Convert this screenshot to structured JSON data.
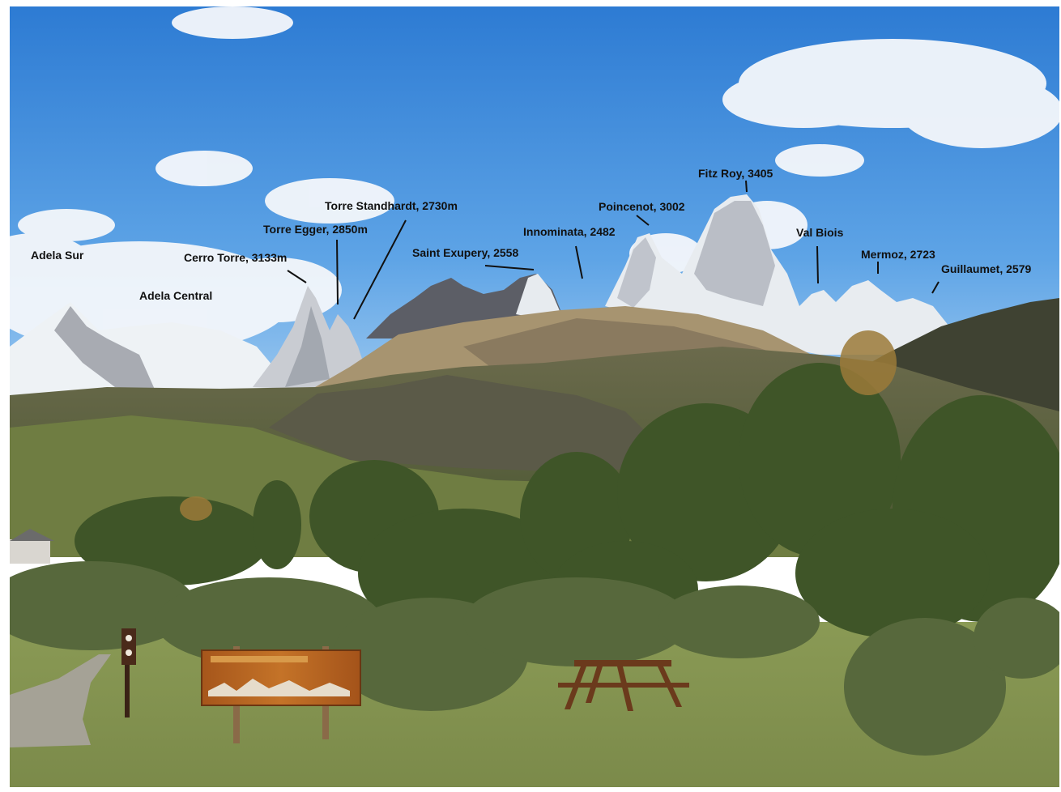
{
  "colors": {
    "sky_top": "#2f7fd6",
    "sky_bottom": "#8fc3ef",
    "snow": "#eef2f5",
    "rock": "#7d7f86",
    "hills": "#5f6448",
    "grass": "#8f9e5a",
    "trees": "#3d5326",
    "sign_wood": "#b4611f",
    "table_wood": "#6a3a1c"
  },
  "labels": {
    "adela_sur": "Adela Sur",
    "adela_central": "Adela Central",
    "cerro_torre": "Cerro Torre, 3133m",
    "torre_egger": "Torre Egger, 2850m",
    "torre_standhardt": "Torre Standhardt, 2730m",
    "saint_exupery": "Saint Exupery, 2558",
    "innominata": "Innominata, 2482",
    "poincenot": "Poincenot, 3002",
    "fitz_roy": "Fitz Roy, 3405",
    "val_biois": "Val Biois",
    "mermoz": "Mermoz, 2723",
    "guillaumet": "Guillaumet, 2579"
  }
}
